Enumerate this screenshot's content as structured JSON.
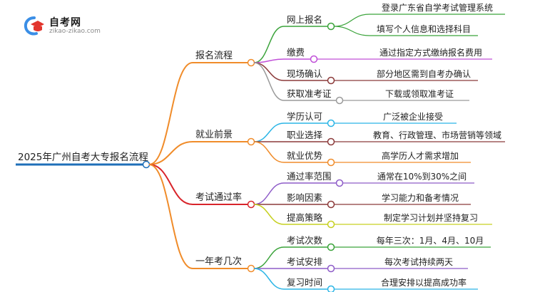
{
  "logo": {
    "name": "自考网",
    "url": "zikao-zikao.com",
    "colors": {
      "blue": "#3a8ee6",
      "red": "#e2352d"
    }
  },
  "mindmap": {
    "root": "2025年广州自考大专报名流程",
    "root_color": "#1f6fb8",
    "branches": [
      {
        "label": "报名流程",
        "color": "#f08c2a",
        "children": [
          {
            "label": "网上报名",
            "color": "#3aa33a",
            "leaves": [
              "登录广东省自学考试管理系统",
              "填写个人信息和选择科目"
            ]
          },
          {
            "label": "缴费",
            "color": "#c04fd8",
            "leaves": [
              "通过指定方式缴纳报名费用"
            ]
          },
          {
            "label": "现场确认",
            "color": "#8b3a3a",
            "leaves": [
              "部分地区需到自考办确认"
            ]
          },
          {
            "label": "获取准考证",
            "color": "#9a9a9a",
            "leaves": [
              "下载或领取准考证"
            ]
          }
        ]
      },
      {
        "label": "就业前景",
        "color": "#f08c2a",
        "children": [
          {
            "label": "学历认可",
            "color": "#2bb5e6",
            "leaves": [
              "广泛被企业接受"
            ]
          },
          {
            "label": "职业选择",
            "color": "#8b3a3a",
            "leaves": [
              "教育、行政管理、市场营销等领域"
            ]
          },
          {
            "label": "就业优势",
            "color": "#f08c2a",
            "leaves": [
              "高学历人才需求增加"
            ]
          }
        ]
      },
      {
        "label": "考试通过率",
        "color": "#d8242a",
        "children": [
          {
            "label": "通过率范围",
            "color": "#8e5cc8",
            "leaves": [
              "通常在10%到30%之间"
            ]
          },
          {
            "label": "影响因素",
            "color": "#8b3a3a",
            "leaves": [
              "学习能力和备考情况"
            ]
          },
          {
            "label": "提高策略",
            "color": "#c6d020",
            "leaves": [
              "制定学习计划并坚持复习"
            ]
          }
        ]
      },
      {
        "label": "一年考几次",
        "color": "#f08c2a",
        "children": [
          {
            "label": "考试次数",
            "color": "#3aa33a",
            "leaves": [
              "每年三次：1月、4月、10月"
            ]
          },
          {
            "label": "考试安排",
            "color": "#8e5cc8",
            "leaves": [
              "每次考试持续两天"
            ]
          },
          {
            "label": "复习时间",
            "color": "#2bb5e6",
            "leaves": [
              "合理安排以提高成功率"
            ]
          }
        ]
      }
    ]
  }
}
